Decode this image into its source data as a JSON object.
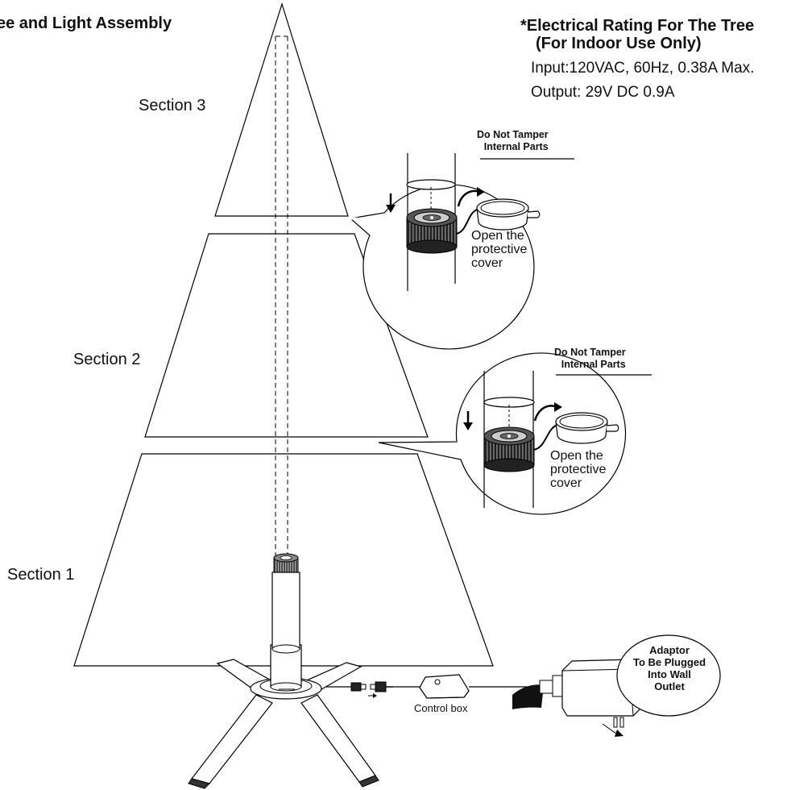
{
  "title": "ee and Light Assembly",
  "rating": {
    "heading_line1": "*Electrical Rating For The Tree",
    "heading_line2": "(For Indoor Use Only)",
    "input": "Input:120VAC, 60Hz, 0.38A Max.",
    "output": "Output: 29V DC 0.9A"
  },
  "sections": {
    "section3": "Section 3",
    "section2": "Section 2",
    "section1": "Section 1"
  },
  "callouts": [
    {
      "warning_line1": "Do Not Tamper",
      "warning_line2": "Internal Parts",
      "open_line1": "Open the",
      "open_line2": "protective",
      "open_line3": "cover"
    },
    {
      "warning_line1": "Do Not Tamper",
      "warning_line2": "Internal Parts",
      "open_line1": "Open the",
      "open_line2": "protective",
      "open_line3": "cover"
    }
  ],
  "control_box": "Control box",
  "adaptor": {
    "line1": "Adaptor",
    "line2": "To Be Plugged",
    "line3": "Into Wall",
    "line4": "Outlet"
  }
}
